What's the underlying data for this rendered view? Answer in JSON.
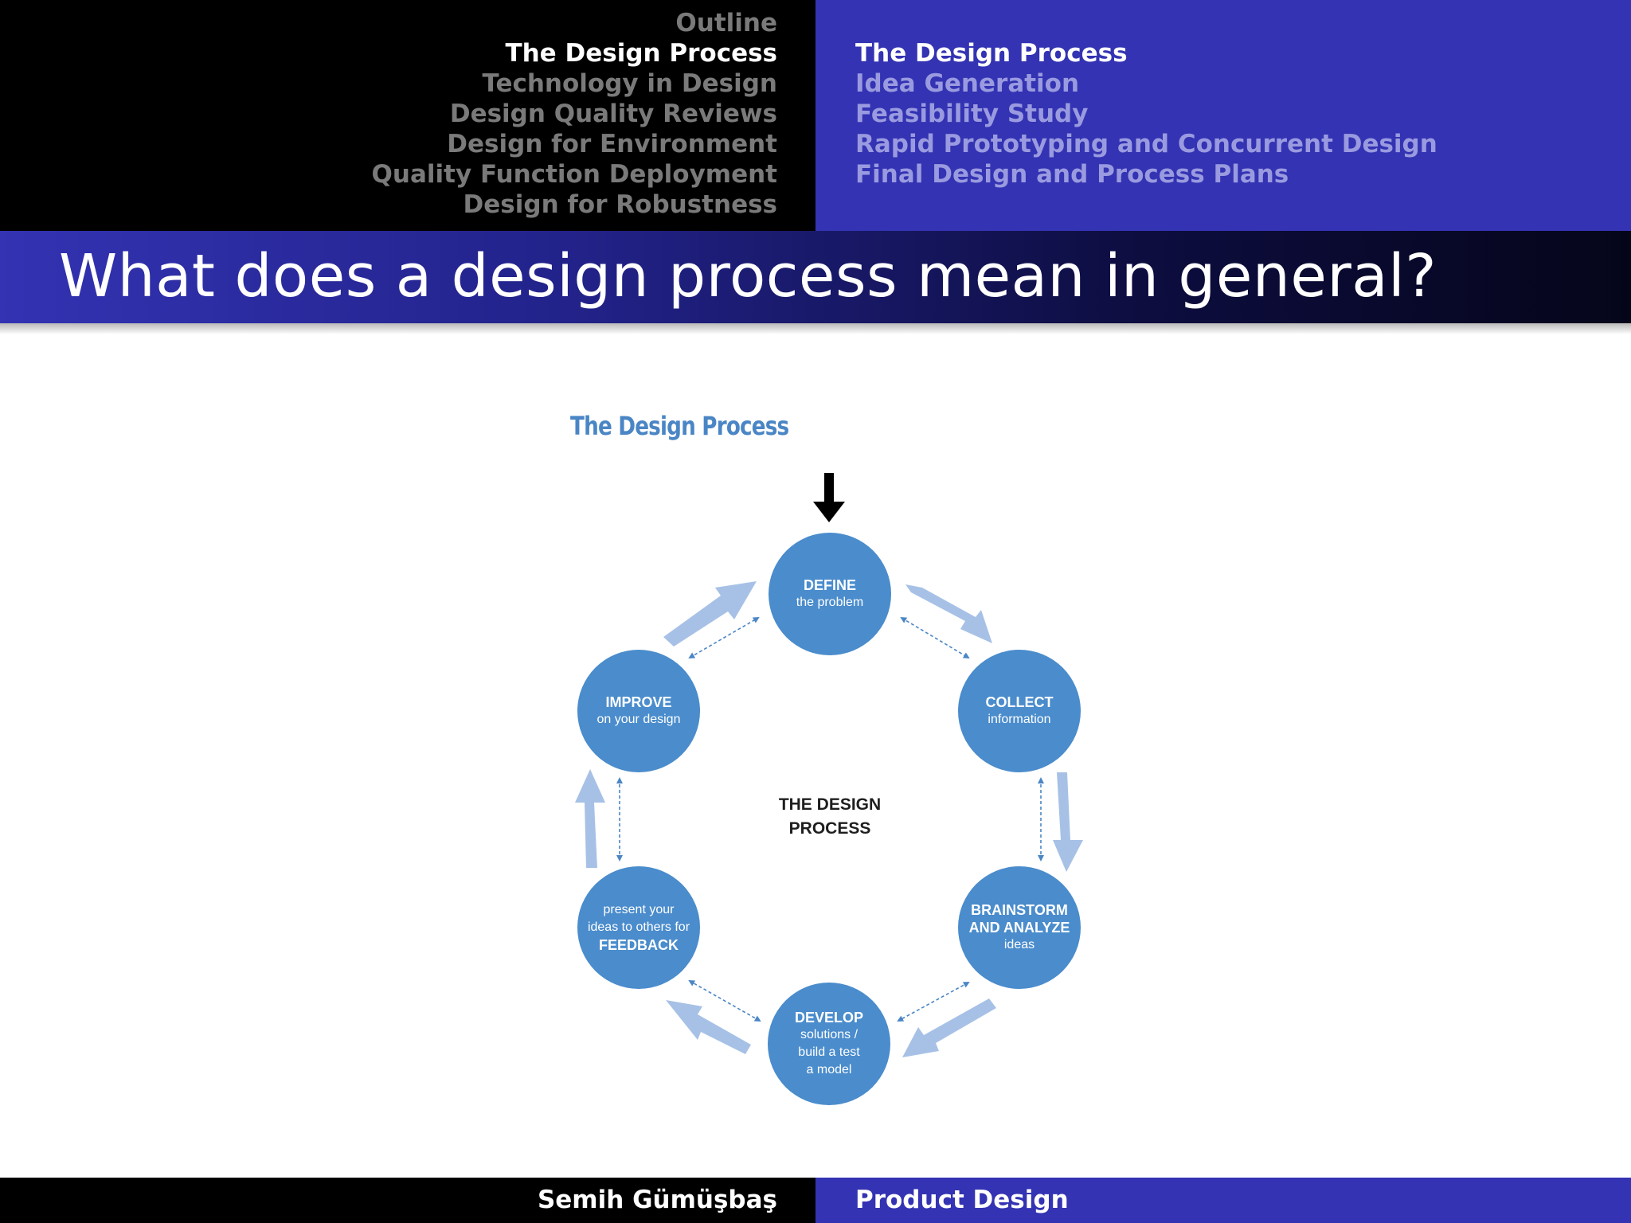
{
  "nav": {
    "sections": [
      {
        "label": "Outline",
        "active": false
      },
      {
        "label": "The Design Process",
        "active": true
      },
      {
        "label": "Technology in Design",
        "active": false
      },
      {
        "label": "Design Quality Reviews",
        "active": false
      },
      {
        "label": "Design for Environment",
        "active": false
      },
      {
        "label": "Quality Function Deployment",
        "active": false
      },
      {
        "label": "Design for Robustness",
        "active": false
      }
    ],
    "subsections": [
      {
        "label": "The Design Process",
        "active": true
      },
      {
        "label": "Idea Generation",
        "active": false
      },
      {
        "label": "Feasibility Study",
        "active": false
      },
      {
        "label": "Rapid Prototyping and Concurrent Design",
        "active": false
      },
      {
        "label": "Final Design and Process Plans",
        "active": false
      }
    ]
  },
  "frame": {
    "title": "What does a design process mean in general?"
  },
  "figure": {
    "heading": "The Design Process",
    "center": [
      "THE DESIGN",
      "PROCESS"
    ],
    "nodes": {
      "define": {
        "bold": "DEFINE",
        "text": "the problem"
      },
      "collect": {
        "bold": "COLLECT",
        "text": "information"
      },
      "brainstorm": {
        "bold1": "BRAINSTORM",
        "bold2": "AND ANALYZE",
        "text": "ideas"
      },
      "develop": {
        "bold": "DEVELOP",
        "text1": "solutions /",
        "text2": "build a test",
        "text3": "a model"
      },
      "feedback": {
        "text1": "present your",
        "text2": "ideas to others for",
        "bold": "FEEDBACK"
      },
      "improve": {
        "bold": "IMPROVE",
        "text": "on your design"
      }
    },
    "colors": {
      "node": "#4a8ccc",
      "cycle_arrow": "#a7c1e6",
      "dashed_arrow": "#4a86c5",
      "start_arrow": "#000000"
    }
  },
  "footer": {
    "author": "Semih Gümüşbaş",
    "course": "Product Design"
  }
}
